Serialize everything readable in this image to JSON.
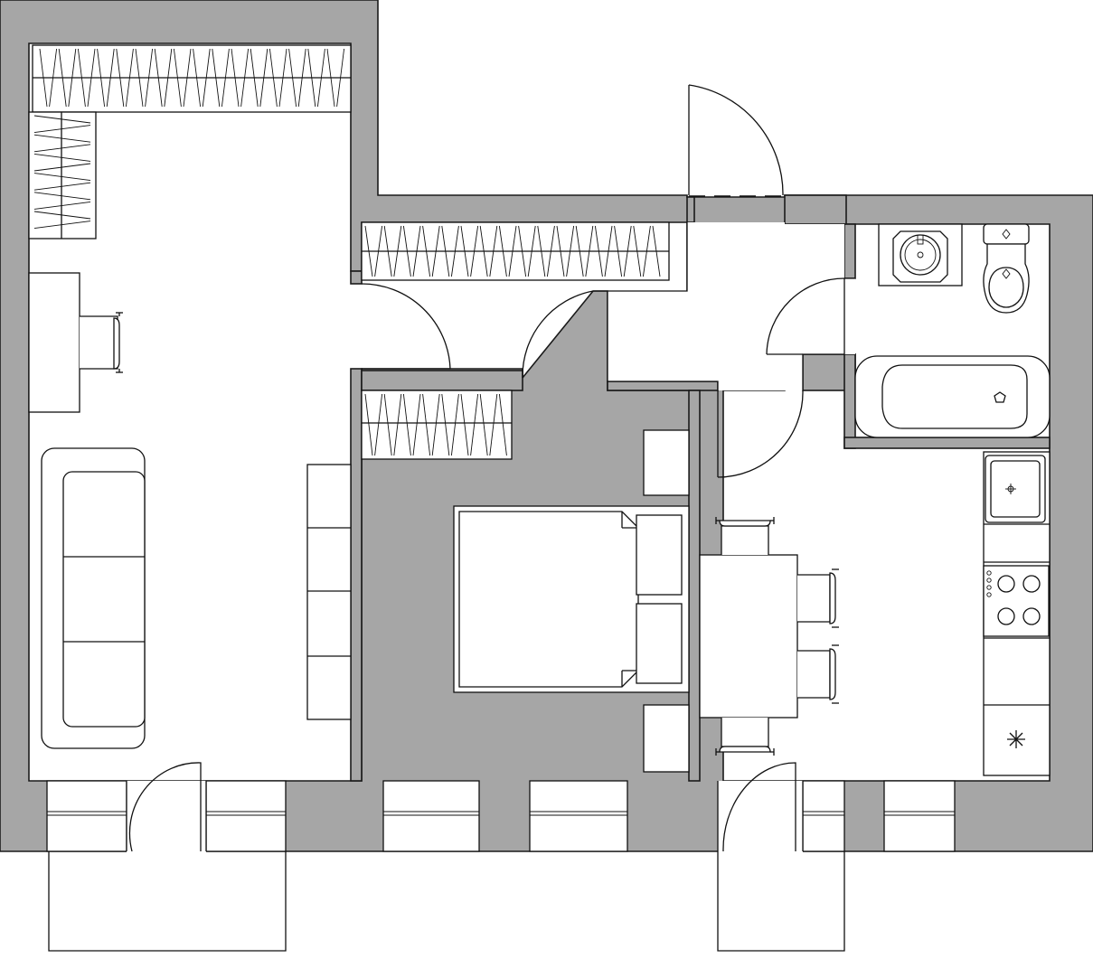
{
  "plan": {
    "wall_color": "#a6a6a6",
    "line_color": "#111111",
    "background": "#ffffff",
    "rooms": [
      "living-room",
      "bedroom",
      "kitchen",
      "bathroom",
      "hallway"
    ],
    "fixtures": [
      "wardrobe",
      "desk",
      "chair",
      "sofa",
      "bookshelf",
      "double-bed",
      "nightstand",
      "dining-table",
      "sink",
      "toilet",
      "bathtub",
      "kitchen-sink",
      "stove",
      "refrigerator",
      "balcony"
    ]
  }
}
